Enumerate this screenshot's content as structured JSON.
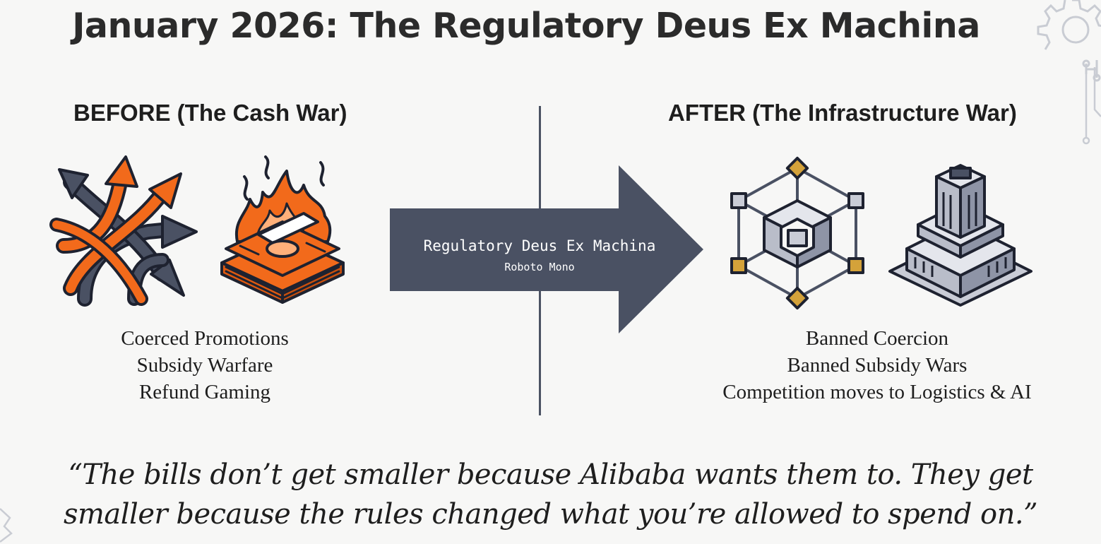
{
  "title": "January 2026: The Regulatory Deus Ex Machina",
  "before": {
    "heading": "BEFORE (The Cash War)",
    "items": [
      "Coerced Promotions",
      "Subsidy Warfare",
      "Refund Gaming"
    ]
  },
  "after": {
    "heading": "AFTER (The Infrastructure War)",
    "items": [
      "Banned Coercion",
      "Banned Subsidy Wars",
      "Competition moves to Logistics & AI"
    ]
  },
  "arrow": {
    "label": "Regulatory Deus Ex Machina",
    "sublabel": "Roboto Mono"
  },
  "quote": {
    "line1": "“The bills don’t get smaller because Alibaba wants them to. They get",
    "line2": "smaller because the rules changed what you’re allowed to spend on.”"
  },
  "icons": [
    "tangled-arrows-icon",
    "burning-money-icon",
    "network-cube-icon",
    "building-icon",
    "gear-icon"
  ],
  "colors": {
    "orange": "#f26a1b",
    "slate": "#4a5163",
    "steel": "#c9ccd6",
    "gold": "#d4a23a"
  }
}
